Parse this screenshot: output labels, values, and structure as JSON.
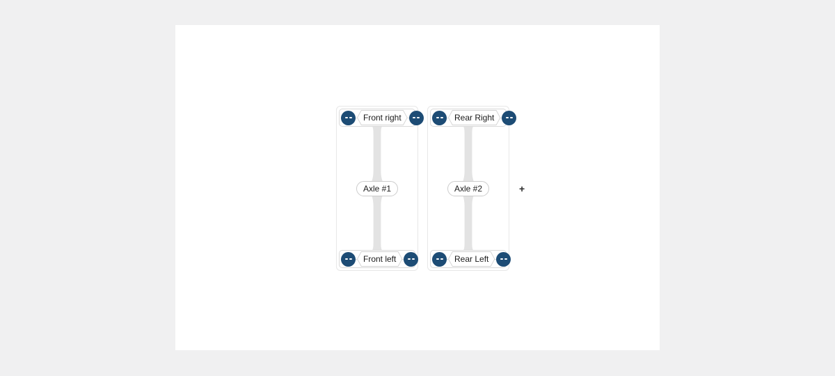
{
  "axles": [
    {
      "label": "Axle #1",
      "top_wheel": "Front right",
      "bottom_wheel": "Front left"
    },
    {
      "label": "Axle #2",
      "top_wheel": "Rear Right",
      "bottom_wheel": "Rear Left"
    }
  ],
  "add_axle_label": "+",
  "colors": {
    "page-bg": "#f0f0f1",
    "panel-bg": "#ffffff",
    "wheel": "#1d4c75",
    "shaft": "#e3e3e3",
    "card-border": "#e7e7e7",
    "row-border": "#d9d9d9",
    "hex-border": "#d2d2d2",
    "pill-border": "#cccccc",
    "line": "#d8d8d8"
  }
}
